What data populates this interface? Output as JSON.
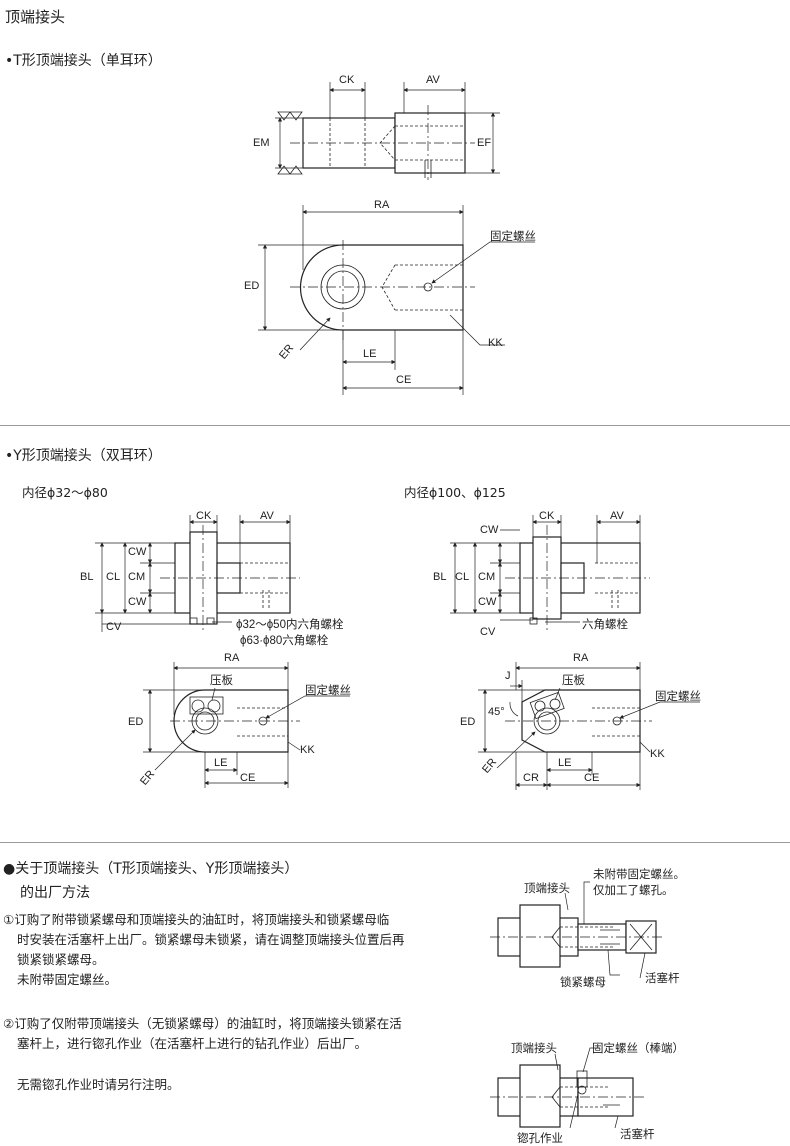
{
  "title": "顶端接头",
  "section_t": {
    "heading": "•T形顶端接头（单耳环）",
    "labels": {
      "ck": "CK",
      "av": "AV",
      "em": "EM",
      "ef": "EF",
      "ra": "RA",
      "ed": "ED",
      "er": "ER",
      "le": "LE",
      "ce": "CE",
      "kk": "KK",
      "set_screw": "固定螺丝"
    }
  },
  "section_y": {
    "heading": "•Y形顶端接头（双耳环）",
    "left_subtitle": "内径ϕ32～ϕ80",
    "right_subtitle": "内径ϕ100、ϕ125",
    "labels": {
      "ck": "CK",
      "av": "AV",
      "cw": "CW",
      "bl": "BL",
      "cl": "CL",
      "cm": "CM",
      "cv": "CV",
      "ra": "RA",
      "ed": "ED",
      "er": "ER",
      "le": "LE",
      "ce": "CE",
      "cr": "CR",
      "kk": "KK",
      "j": "J",
      "angle": "45°",
      "bolt_note_1": "ϕ32～ϕ50内六角螺栓",
      "bolt_note_2": "ϕ63·ϕ80六角螺栓",
      "hex_bolt": "六角螺栓",
      "clamp_plate": "压板",
      "set_screw": "固定螺丝"
    }
  },
  "section_ship": {
    "heading_line1": "●关于顶端接头（T形顶端接头、Y形顶端接头）",
    "heading_line2": "的出厂方法",
    "item1": [
      "①订购了附带锁紧螺母和顶端接头的油缸时，将顶端接头和锁紧螺母临",
      "时安装在活塞杆上出厂。锁紧螺母未锁紧，请在调整顶端接头位置后再",
      "锁紧锁紧螺母。",
      "未附带固定螺丝。"
    ],
    "item2": [
      "②订购了仅附带顶端接头（无锁紧螺母）的油缸时，将顶端接头锁紧在活",
      "塞杆上，进行锪孔作业（在活塞杆上进行的钻孔作业）后出厂。"
    ],
    "note": "无需锪孔作业时请另行注明。",
    "fig1": {
      "rod_end": "顶端接头",
      "no_screw_1": "未附带固定螺丝。",
      "no_screw_2": "仅加工了螺孔。",
      "lock_nut": "锁紧螺母",
      "piston_rod": "活塞杆"
    },
    "fig2": {
      "rod_end": "顶端接头",
      "set_screw_rod": "固定螺丝（棒端）",
      "spot_facing": "锪孔作业",
      "piston_rod": "活塞杆"
    }
  }
}
